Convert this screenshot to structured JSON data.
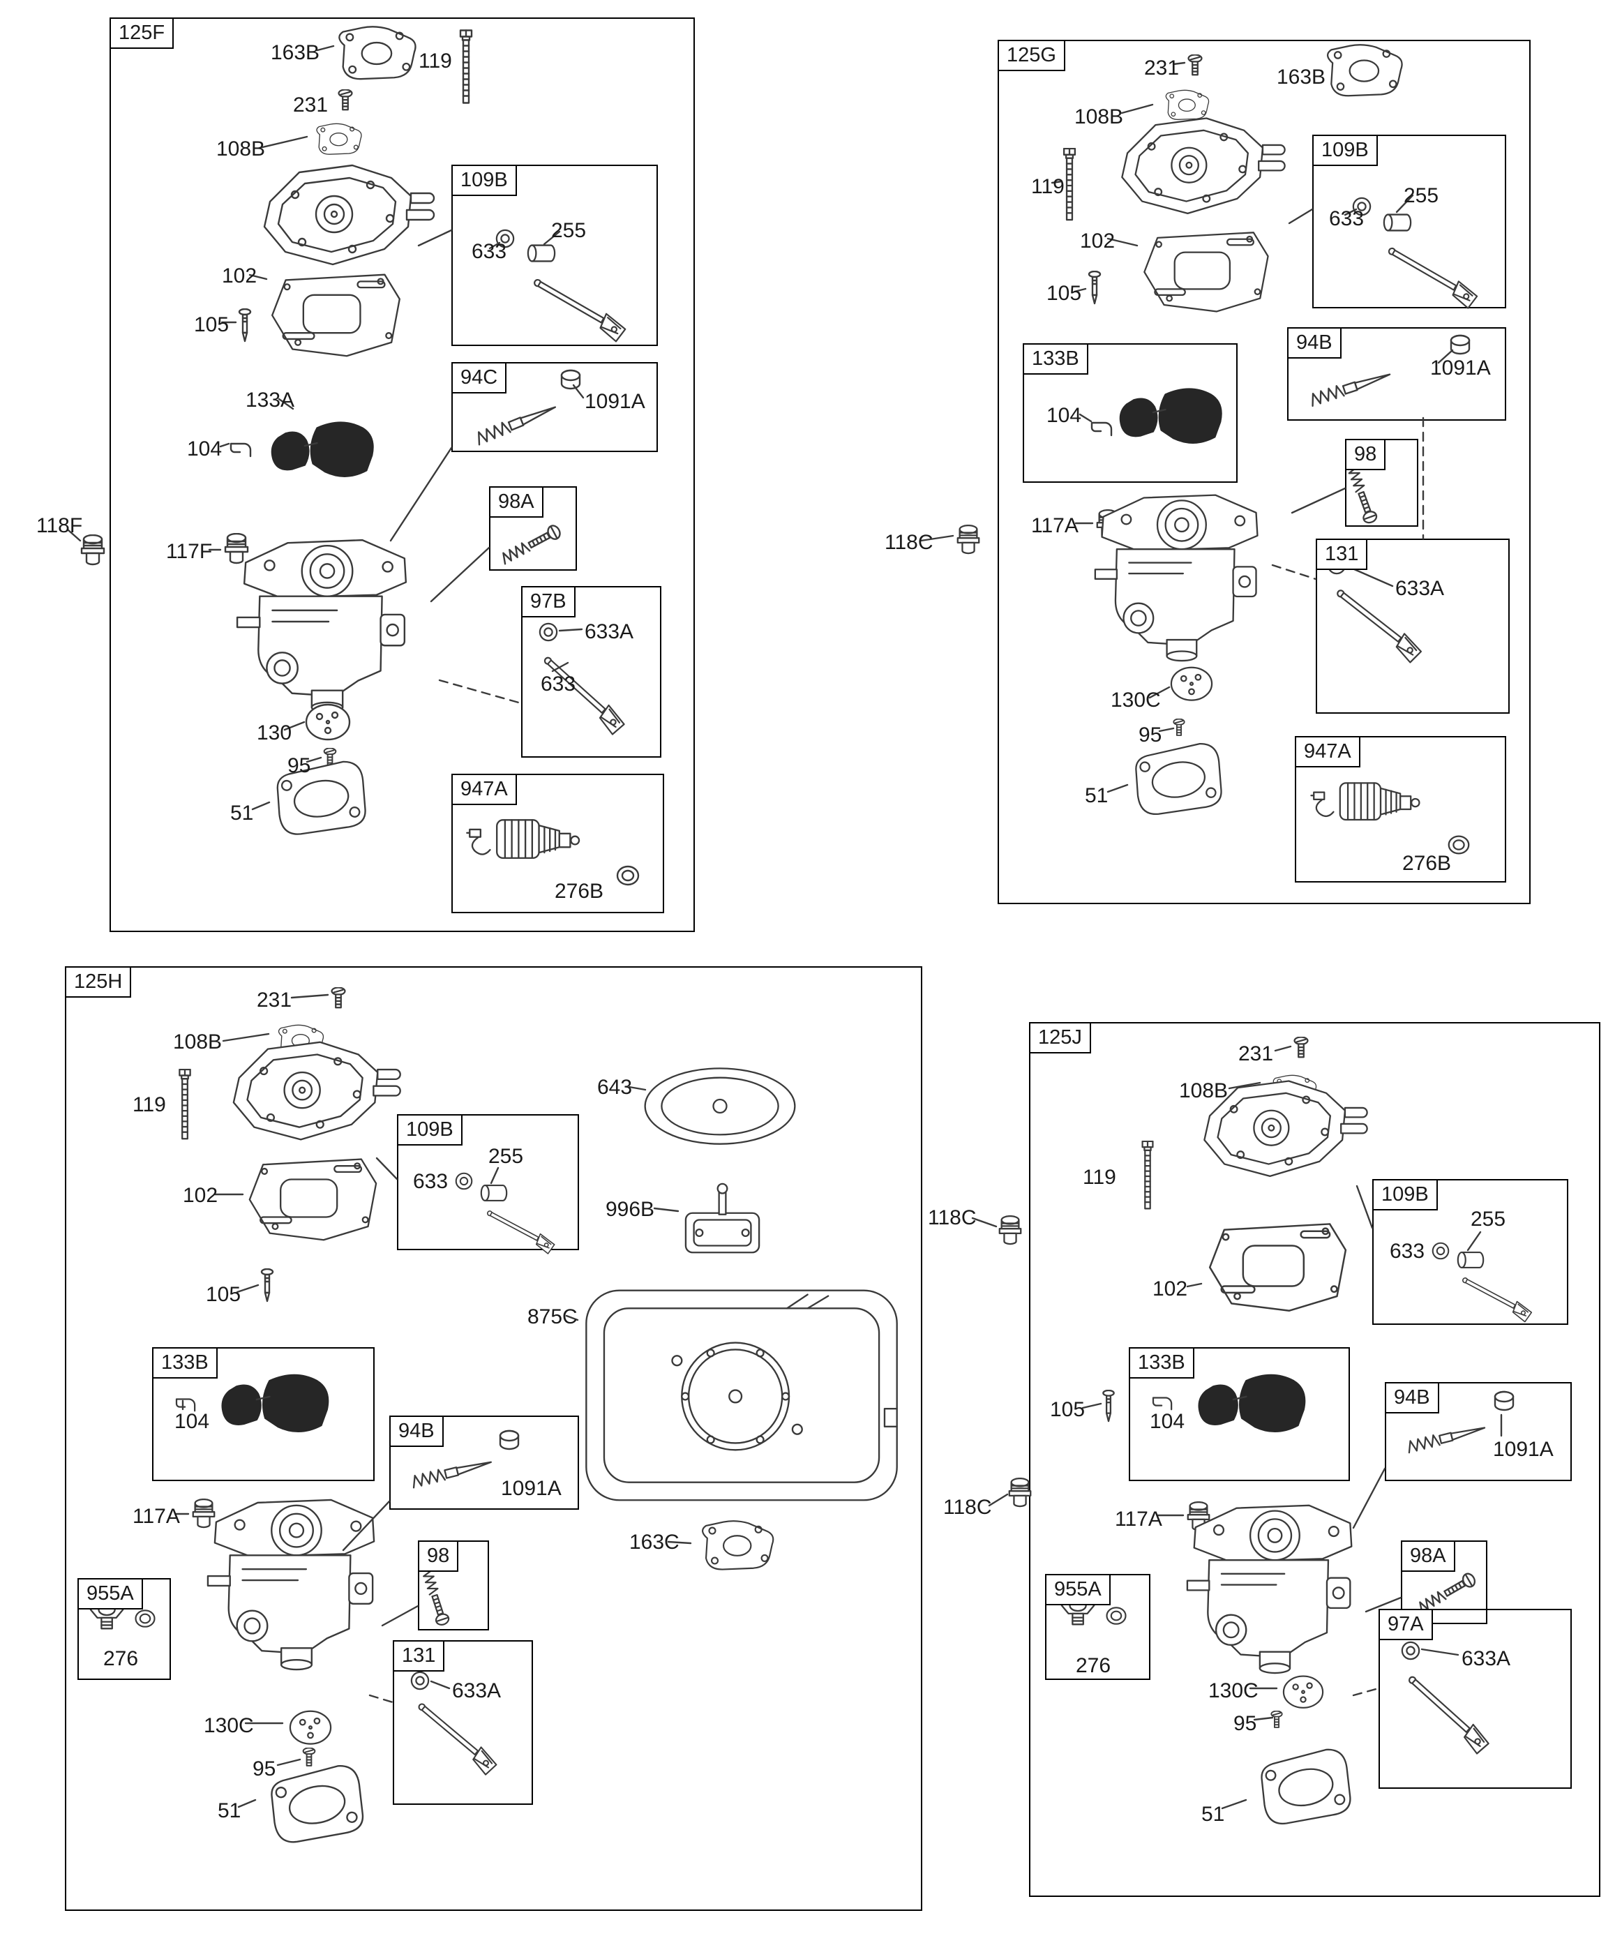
{
  "panels": {
    "f": {
      "tag": "125F",
      "labels": {
        "p163b": "163B",
        "p119": "119",
        "p231": "231",
        "p108b": "108B",
        "p102": "102",
        "p105": "105",
        "p133a": "133A",
        "p104": "104",
        "p117f": "117F",
        "p130": "130",
        "p95": "95",
        "p51": "51"
      },
      "insets": {
        "i109b": {
          "tag": "109B",
          "labels": {
            "p633": "633",
            "p255": "255"
          }
        },
        "i94c": {
          "tag": "94C",
          "labels": {
            "p1091a": "1091A"
          }
        },
        "i98a": {
          "tag": "98A",
          "labels": {}
        },
        "i97b": {
          "tag": "97B",
          "labels": {
            "p633a": "633A",
            "p633": "633"
          }
        },
        "i947a": {
          "tag": "947A",
          "labels": {
            "p276b": "276B"
          }
        }
      }
    },
    "g": {
      "tag": "125G",
      "labels": {
        "p231": "231",
        "p163b": "163B",
        "p108b": "108B",
        "p119": "119",
        "p102": "102",
        "p105": "105",
        "p117a": "117A",
        "p130c": "130C",
        "p95": "95",
        "p51": "51"
      },
      "insets": {
        "i109b": {
          "tag": "109B",
          "labels": {
            "p633": "633",
            "p255": "255"
          }
        },
        "i94b": {
          "tag": "94B",
          "labels": {
            "p1091a": "1091A"
          }
        },
        "i133b": {
          "tag": "133B",
          "labels": {
            "p104": "104"
          }
        },
        "i98": {
          "tag": "98",
          "labels": {}
        },
        "i131": {
          "tag": "131",
          "labels": {
            "p633a": "633A"
          }
        },
        "i947a": {
          "tag": "947A",
          "labels": {
            "p276b": "276B"
          }
        }
      }
    },
    "h": {
      "tag": "125H",
      "labels": {
        "p231": "231",
        "p108b": "108B",
        "p119": "119",
        "p102": "102",
        "p105": "105",
        "p643": "643",
        "p996b": "996B",
        "p875c": "875C",
        "p163c": "163C",
        "p117a": "117A",
        "p130c": "130C",
        "p95": "95",
        "p51": "51"
      },
      "insets": {
        "i109b": {
          "tag": "109B",
          "labels": {
            "p255": "255",
            "p633": "633"
          }
        },
        "i133b": {
          "tag": "133B",
          "labels": {
            "p104": "104"
          }
        },
        "i94b": {
          "tag": "94B",
          "labels": {
            "p1091a": "1091A"
          }
        },
        "i98": {
          "tag": "98",
          "labels": {}
        },
        "i955a": {
          "tag": "955A",
          "labels": {
            "p276": "276"
          }
        },
        "i131": {
          "tag": "131",
          "labels": {
            "p633a": "633A"
          }
        }
      }
    },
    "j": {
      "tag": "125J",
      "labels": {
        "p231": "231",
        "p108b": "108B",
        "p119": "119",
        "p102": "102",
        "p105": "105",
        "p117a": "117A",
        "p130c": "130C",
        "p95": "95",
        "p51": "51"
      },
      "insets": {
        "i109b": {
          "tag": "109B",
          "labels": {
            "p255": "255",
            "p633": "633"
          }
        },
        "i133b": {
          "tag": "133B",
          "labels": {
            "p104": "104"
          }
        },
        "i94b": {
          "tag": "94B",
          "labels": {
            "p1091a": "1091A"
          }
        },
        "i98a": {
          "tag": "98A",
          "labels": {}
        },
        "i955a": {
          "tag": "955A",
          "labels": {
            "p276": "276"
          }
        },
        "i97a": {
          "tag": "97A",
          "labels": {
            "p633a": "633A"
          }
        }
      }
    }
  },
  "outside_labels": {
    "f118f": "118F",
    "g118c": "118C",
    "j118c_top": "118C",
    "j118c_bottom": "118C"
  }
}
